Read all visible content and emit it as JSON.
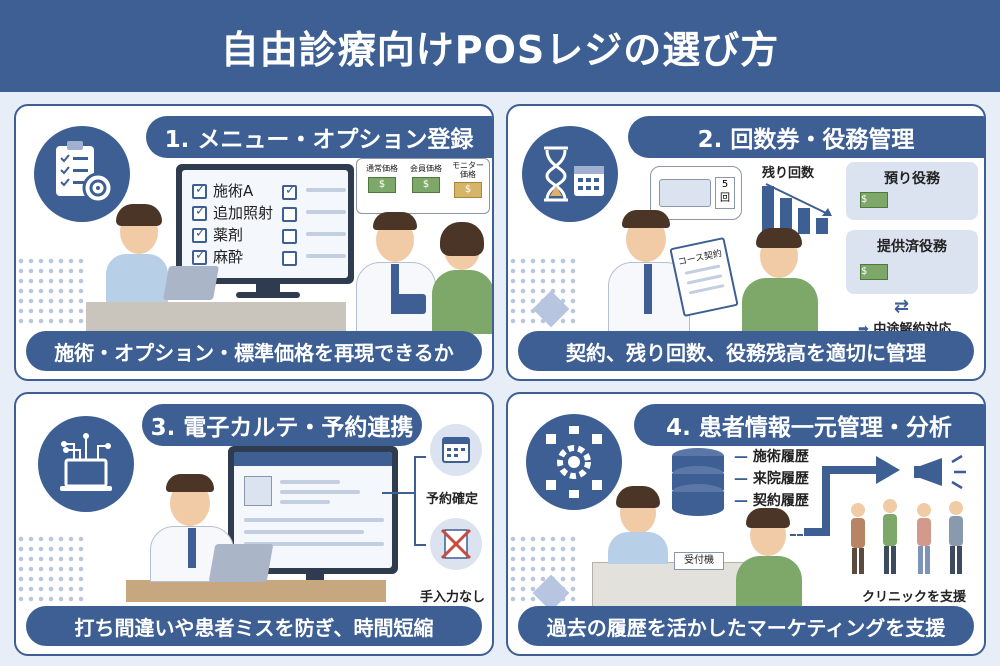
{
  "title": "自由診療向けPOSレジの選び方",
  "colors": {
    "primary": "#3d5f93",
    "background": "#e7eef8",
    "card": "#dbe3f1"
  },
  "panel1": {
    "title": "1. メニュー・オプション登録",
    "menu_items": [
      "施術A",
      "追加照射",
      "薬剤",
      "麻酔"
    ],
    "price_labels": [
      "通常価格",
      "会員価格",
      "モニター\n価格"
    ],
    "footer": "施術・オプション・標準価格を再現できるか",
    "icons": [
      "clipboard-checklist-icon",
      "target-icon"
    ]
  },
  "panel2": {
    "title": "2. 回数券・役務管理",
    "ticket_count": "5\n回",
    "contract_label": "コース契約",
    "remaining_label": "残り回数",
    "prepaid_label": "預り役務",
    "provided_label": "提供済役務",
    "cancel_label": "中途解約対応",
    "footer": "契約、残り回数、役務残高を適切に管理",
    "icons": [
      "hourglass-icon",
      "calendar-icon"
    ]
  },
  "panel3": {
    "title": "3. 電子カルテ・予約連携",
    "reservation_label": "予約確定",
    "no_manual_label": "手入力なし",
    "footer": "打ち間違いや患者ミスを防ぎ、時間短縮",
    "icons": [
      "laptop-network-icon",
      "calendar-icon",
      "no-manual-input-icon"
    ]
  },
  "panel4": {
    "title": "4. 患者情報一元管理・分析",
    "history_items": [
      "施術履歴",
      "来院履歴",
      "契約履歴"
    ],
    "reception_label": "受付機",
    "support_label": "クリニックを支援",
    "footer": "過去の履歴を活かしたマーケティングを支援",
    "icons": [
      "gear-network-icon",
      "database-icon",
      "megaphone-icon"
    ]
  }
}
